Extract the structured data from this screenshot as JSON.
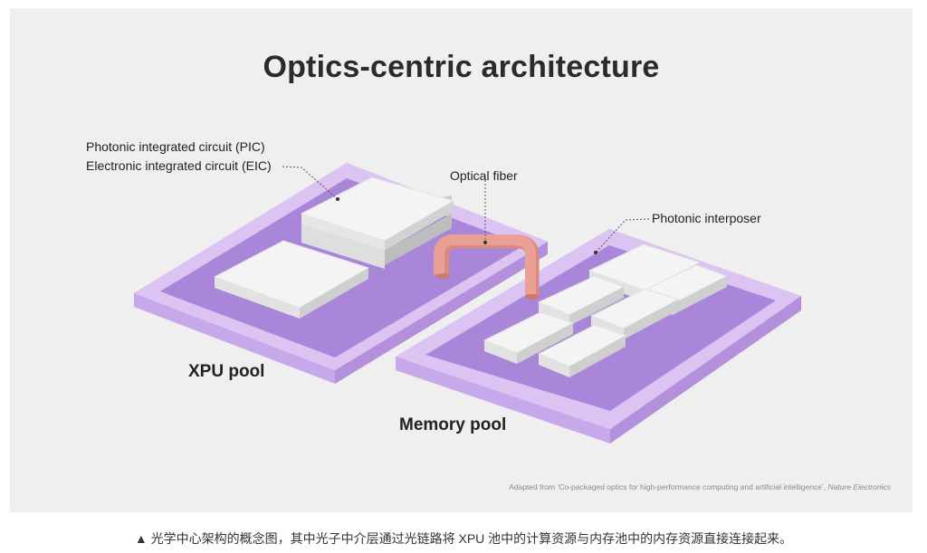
{
  "figure": {
    "title": "Optics-centric architecture",
    "labels": {
      "pic": "Photonic integrated circuit (PIC)",
      "eic": "Electronic integrated circuit (EIC)",
      "optical_fiber": "Optical fiber",
      "photonic_interposer": "Photonic interposer"
    },
    "pools": {
      "xpu": "XPU pool",
      "memory": "Memory pool"
    },
    "credit": {
      "prefix": "Adapted from ‘Co-packaged optics for high-performance computing and artificial intelligence’, ",
      "source": "Nature Electronics"
    },
    "colors": {
      "background": "#efefef",
      "board_frame": "#dcc4f2",
      "board_inner": "#a986d9",
      "chip": "#f4f4f4",
      "fiber": "#eaa095"
    }
  },
  "caption": "▲ 光学中心架构的概念图，其中光子中介层通过光链路将 XPU 池中的计算资源与内存池中的内存资源直接连接起来。"
}
